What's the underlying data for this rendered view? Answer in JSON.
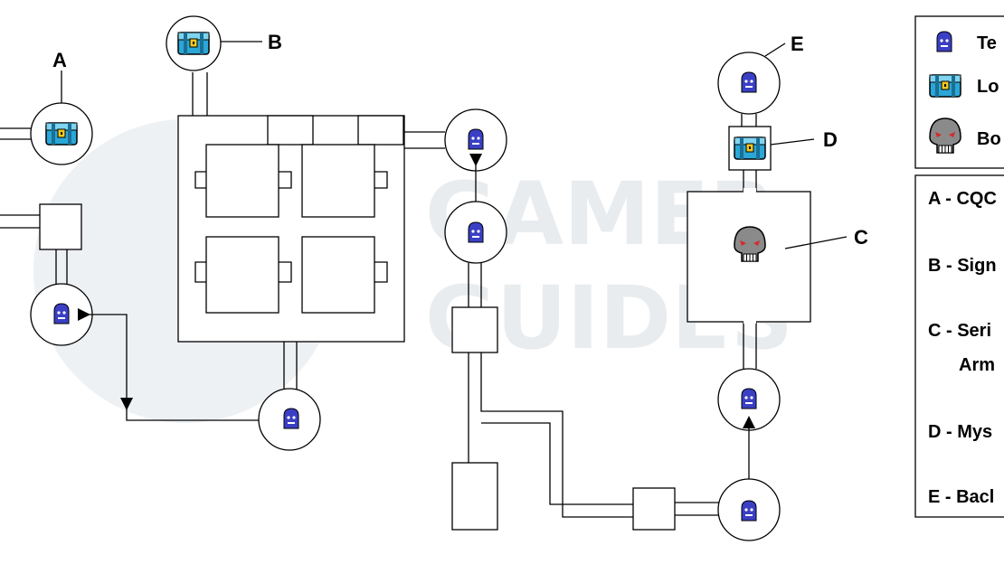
{
  "watermark": {
    "line1": "GAMER",
    "line2": "GUIDES"
  },
  "points": [
    {
      "id": "A",
      "label": "A",
      "icon": "locker-chest-icon"
    },
    {
      "id": "B",
      "label": "B",
      "icon": "locker-chest-icon"
    },
    {
      "id": "C",
      "label": "C",
      "icon": "boss-skull-icon"
    },
    {
      "id": "D",
      "label": "D",
      "icon": "locker-chest-icon"
    },
    {
      "id": "E",
      "label": "E",
      "icon": "teleporter-icon"
    }
  ],
  "legend": {
    "icons": [
      {
        "icon": "teleporter-icon",
        "text": "Te"
      },
      {
        "icon": "locker-chest-icon",
        "text": "Lo"
      },
      {
        "icon": "boss-skull-icon",
        "text": "Bo"
      }
    ],
    "keys": [
      {
        "lines": [
          "A - CQC"
        ]
      },
      {
        "lines": [
          "B - Sign"
        ]
      },
      {
        "lines": [
          "C - Seri",
          "Arm"
        ]
      },
      {
        "lines": [
          "D - Mys"
        ]
      },
      {
        "lines": [
          "E - Bacl"
        ]
      }
    ]
  },
  "colors": {
    "teleporter": "#3a3fc4",
    "chest": "#2aa7d6",
    "chest_lock": "#f2c81f",
    "skull": "#8a8a8a",
    "skull_eyes": "#d32a2a",
    "watermark": "#e9ecef"
  }
}
